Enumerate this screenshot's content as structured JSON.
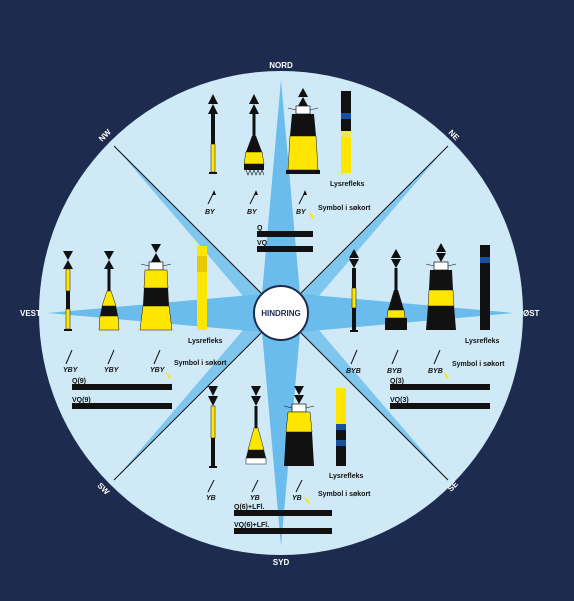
{
  "directions": {
    "nord": "NORD",
    "syd": "SYD",
    "ost": "ØST",
    "vest": "VEST",
    "ne": "NE",
    "nw": "NW",
    "se": "SE",
    "sw": "SW"
  },
  "center_label": "HINDRING",
  "colors": {
    "background": "#1d2b4f",
    "disc": "#cfe9f7",
    "star": "#5fb8ea",
    "yellow": "#ffe600",
    "black": "#111111",
    "reflector_blue": "#1a4fa0"
  },
  "sectors": {
    "north": {
      "chart_symbol": "BY",
      "reflector_label": "Lysrefleks",
      "symbol_label": "Symbol i søkort",
      "light_q": "Q",
      "light_vq": "VQ"
    },
    "east": {
      "chart_symbol": "BYB",
      "reflector_label": "Lysrefleks",
      "symbol_label": "Symbol i søkort",
      "light_q": "Q(3)",
      "light_vq": "VQ(3)"
    },
    "south": {
      "chart_symbol": "YB",
      "reflector_label": "Lysrefleks",
      "symbol_label": "Symbol i søkort",
      "light_q": "Q(6)+LFl.",
      "light_vq": "VQ(6)+LFl."
    },
    "west": {
      "chart_symbol": "YBY",
      "reflector_label": "Lysrefleks",
      "symbol_label": "Symbol i søkort",
      "light_q": "Q(9)",
      "light_vq": "VQ(9)"
    }
  }
}
